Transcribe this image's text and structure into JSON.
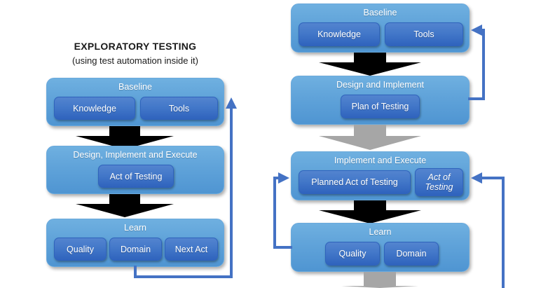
{
  "colors": {
    "stage_fill_top": "#6fb0e0",
    "stage_fill_bottom": "#4f95d2",
    "item_fill_top": "#5384cf",
    "item_fill_bottom": "#2f63bd",
    "arrow_black": "#000000",
    "arrow_gray": "#a6a6a6",
    "connector_blue": "#4472C4",
    "text_white": "#ffffff",
    "text_dark": "#1a1a1a",
    "page_background": "#ffffff"
  },
  "left_diagram": {
    "title": "EXPLORATORY TESTING",
    "subtitle": "(using test automation inside it)",
    "stages": [
      {
        "label": "Baseline",
        "items": [
          {
            "label": "Knowledge",
            "italic": false
          },
          {
            "label": "Tools",
            "italic": false
          }
        ]
      },
      {
        "label": "Design, Implement and Execute",
        "items": [
          {
            "label": "Act of Testing",
            "italic": false
          }
        ]
      },
      {
        "label": "Learn",
        "items": [
          {
            "label": "Quality",
            "italic": false
          },
          {
            "label": "Domain",
            "italic": false
          },
          {
            "label": "Next Act",
            "italic": false
          }
        ]
      }
    ],
    "flow_arrows": [
      {
        "name": "baseline-to-design-arrow",
        "color": "black"
      },
      {
        "name": "design-to-learn-arrow",
        "color": "black"
      }
    ],
    "feedback": [
      {
        "name": "learn-to-baseline-feedback",
        "from": "Learn",
        "to": "Baseline",
        "color": "#4472C4"
      }
    ]
  },
  "right_diagram": {
    "title": "",
    "subtitle": "",
    "stages": [
      {
        "label": "Baseline",
        "items": [
          {
            "label": "Knowledge",
            "italic": false
          },
          {
            "label": "Tools",
            "italic": false
          }
        ]
      },
      {
        "label": "Design and Implement",
        "items": [
          {
            "label": "Plan of Testing",
            "italic": false
          }
        ]
      },
      {
        "label": "Implement and Execute",
        "items": [
          {
            "label": "Planned Act of Testing",
            "italic": false
          },
          {
            "label": "Act of Testing",
            "italic": true
          }
        ]
      },
      {
        "label": "Learn",
        "items": [
          {
            "label": "Quality",
            "italic": false
          },
          {
            "label": "Domain",
            "italic": false
          }
        ]
      }
    ],
    "flow_arrows": [
      {
        "name": "baseline-to-design-arrow",
        "color": "black"
      },
      {
        "name": "design-to-implement-arrow",
        "color": "gray"
      },
      {
        "name": "implement-to-learn-arrow",
        "color": "black"
      },
      {
        "name": "learn-to-next-arrow",
        "color": "gray"
      }
    ],
    "feedback": [
      {
        "name": "design-to-baseline-feedback",
        "from": "Design and Implement",
        "to": "Baseline",
        "color": "#4472C4"
      },
      {
        "name": "learn-to-implement-feedback",
        "from": "Learn",
        "to": "Implement and Execute",
        "color": "#4472C4"
      },
      {
        "name": "outer-right-feedback",
        "from": "bottom",
        "to": "Implement and Execute",
        "color": "#4472C4"
      }
    ]
  }
}
